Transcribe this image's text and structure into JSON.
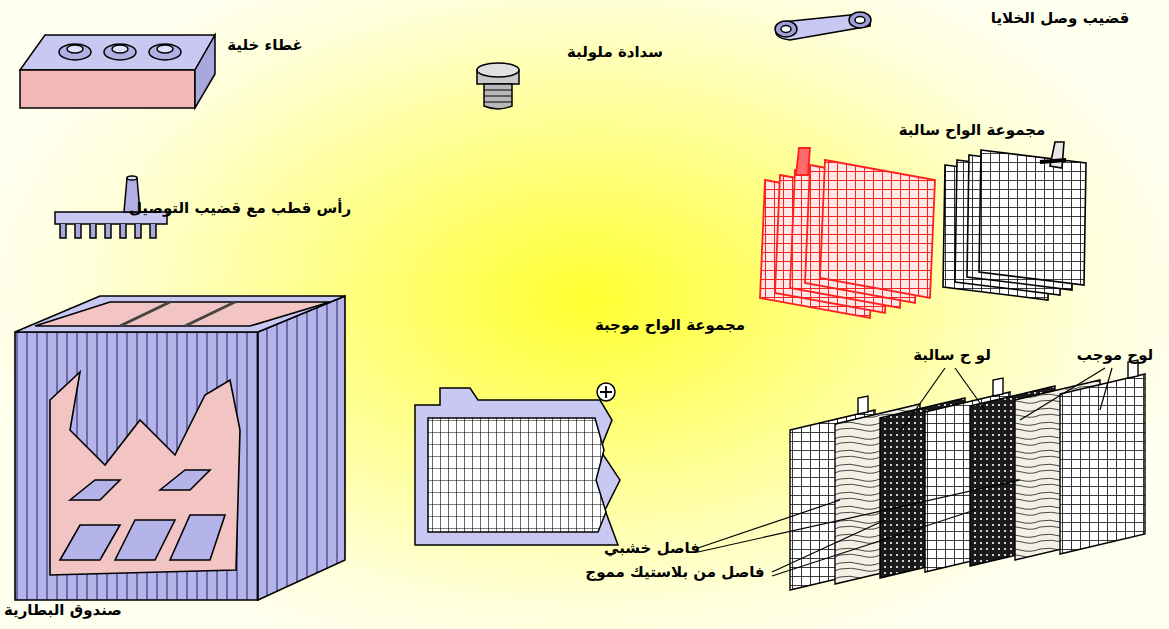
{
  "diagram": {
    "labels": [
      "قضيب وصل الخلايا",
      "غطاء خلية",
      "سدادة ملولبة",
      "مجموعة الواح سالبة",
      "رأس قطب مع قضيب التوصيل",
      "مجموعة الواح موجبة",
      "لوح موجب",
      "لو ح سالبة",
      "فاصل خشبي",
      "فاصل من بلاستيك مموج",
      "صندوق البطارية"
    ]
  }
}
